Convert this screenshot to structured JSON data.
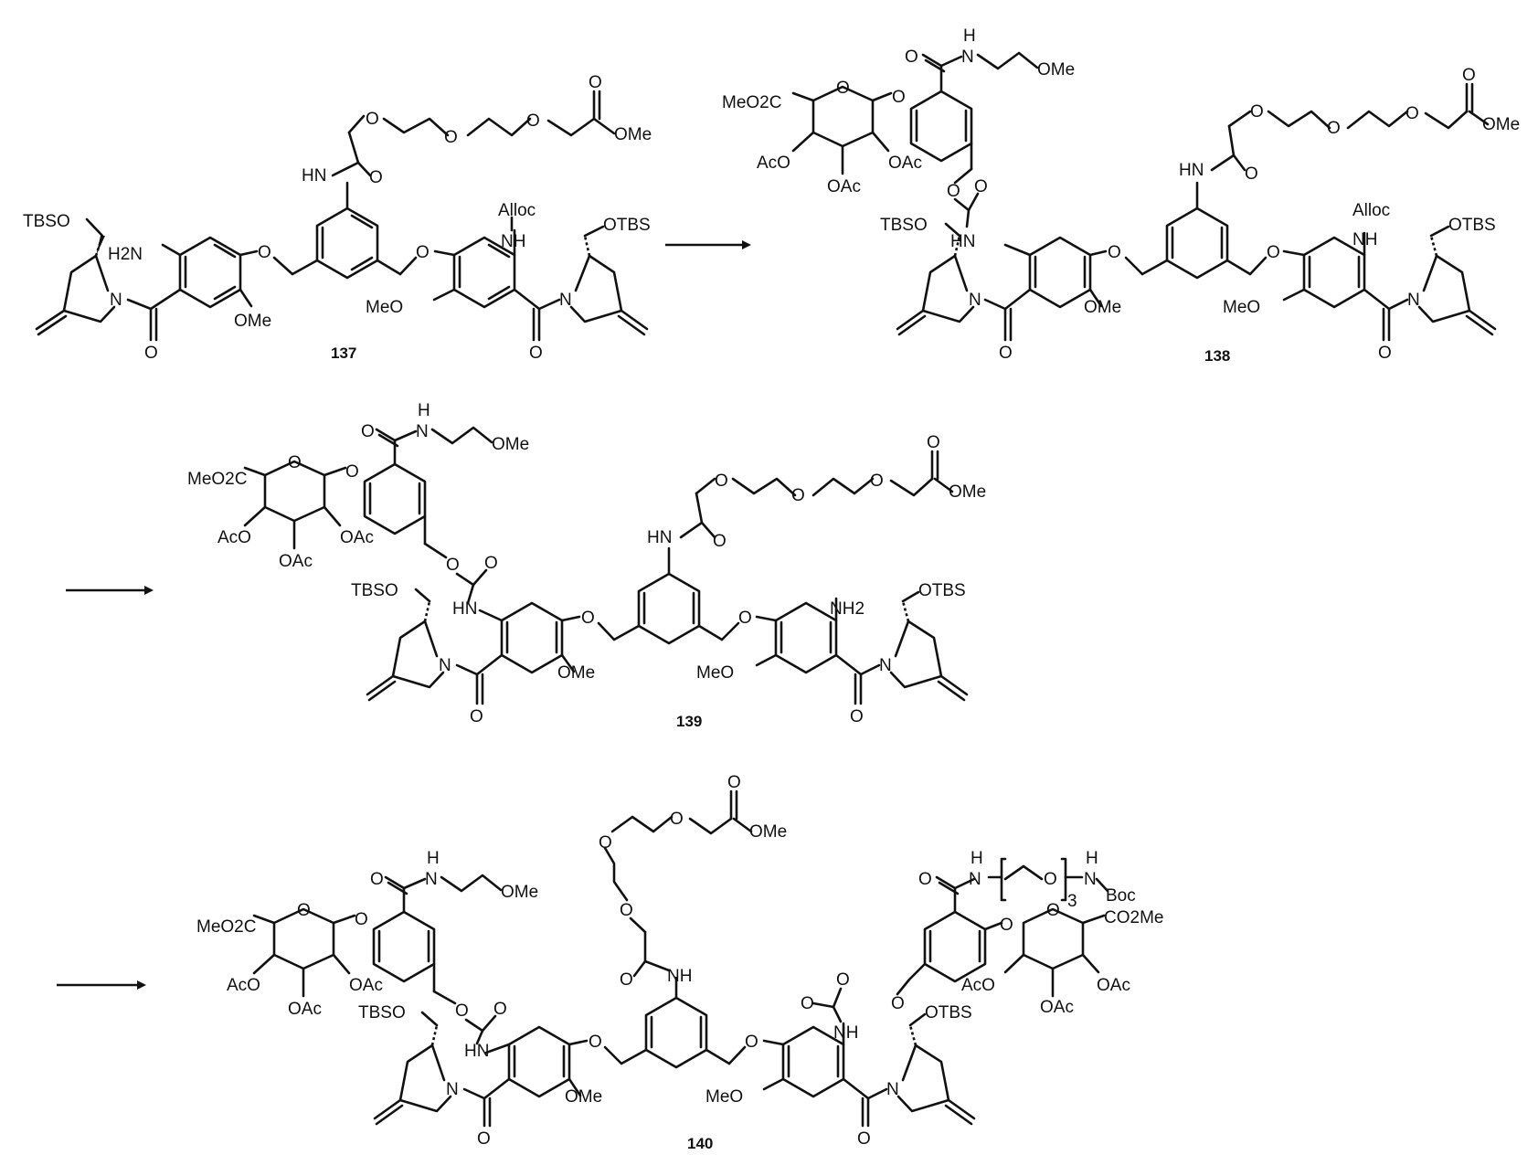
{
  "compounds": [
    {
      "id": "137",
      "label": "137"
    },
    {
      "id": "138",
      "label": "138"
    },
    {
      "id": "139",
      "label": "139"
    },
    {
      "id": "140",
      "label": "140"
    }
  ],
  "atom_labels": {
    "tbso": "TBSO",
    "otbs": "OTBS",
    "ome": "OMe",
    "meo": "MeO",
    "o": "O",
    "hn": "HN",
    "nh": "NH",
    "n": "N",
    "h": "H",
    "h2n": "H2N",
    "nh2": "NH2",
    "alloc": "Alloc",
    "meo2c": "MeO2C",
    "co2me": "CO2Me",
    "aco": "AcO",
    "oac": "OAc",
    "boc": "Boc",
    "sub3": "3"
  }
}
